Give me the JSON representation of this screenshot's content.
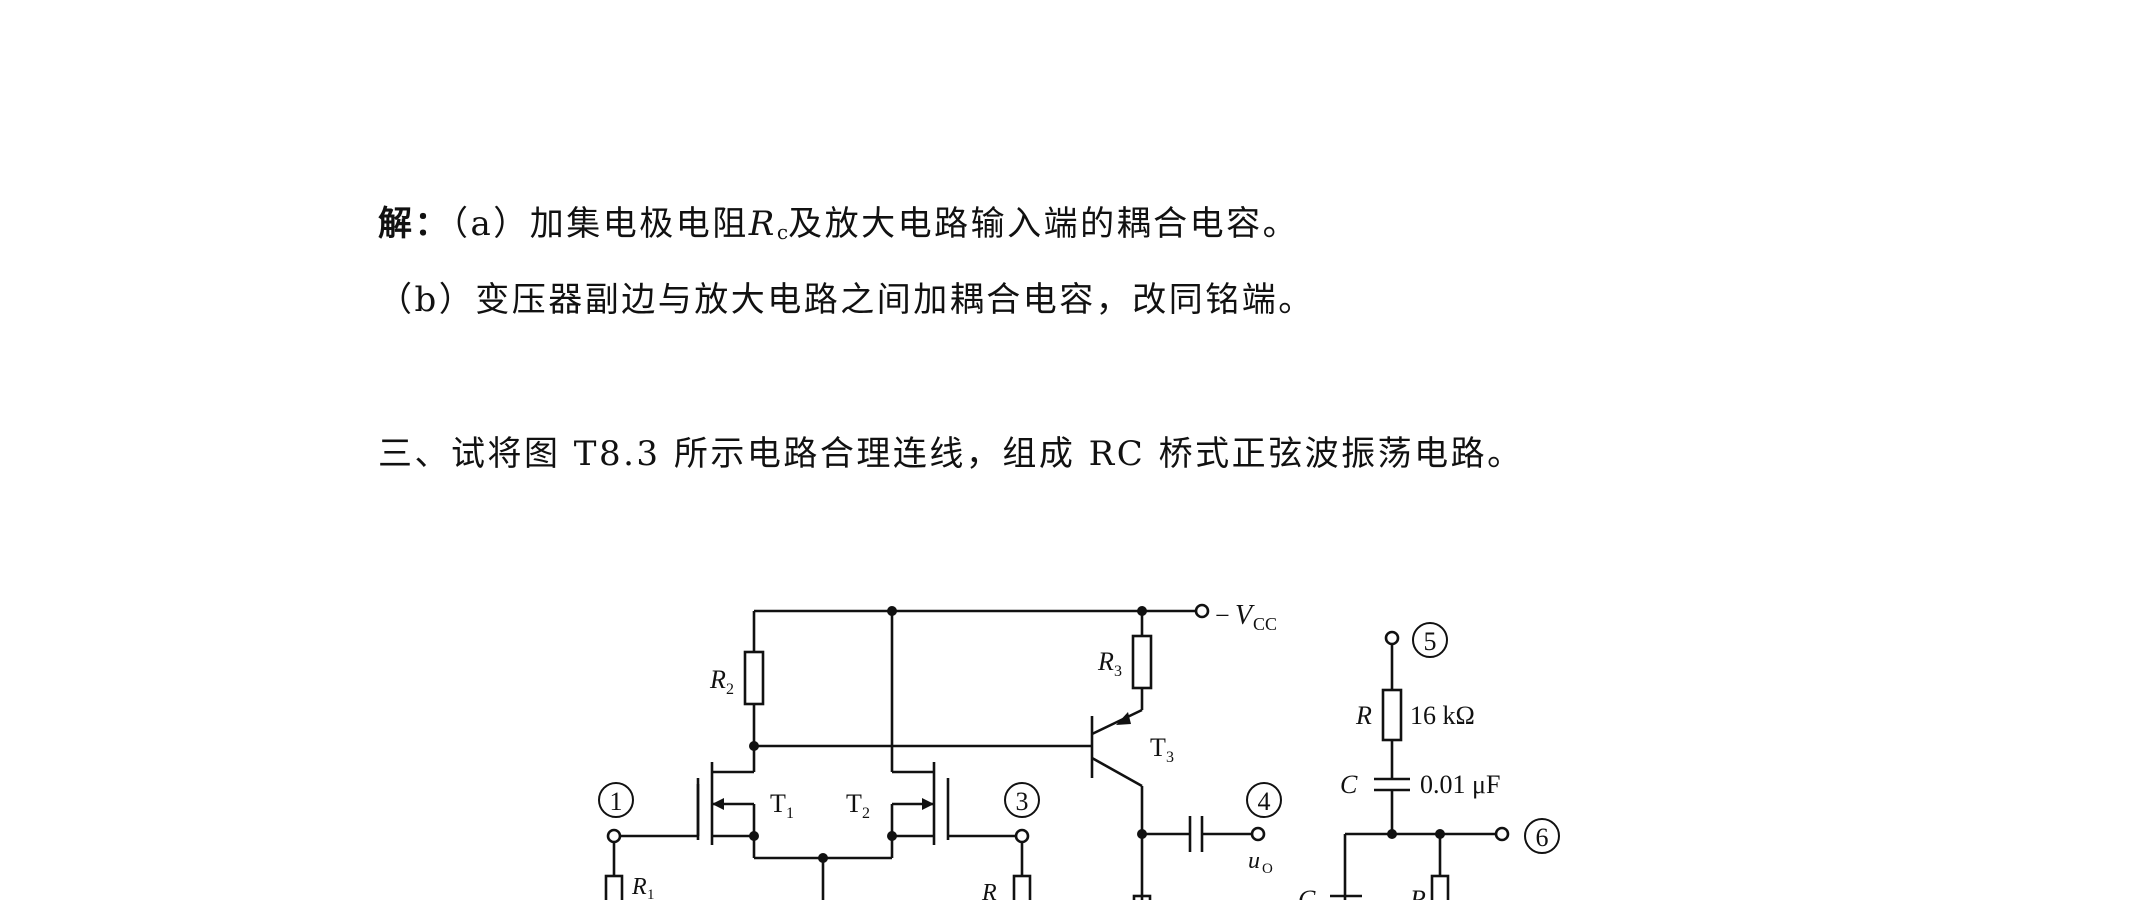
{
  "text": {
    "solution_label": "解：",
    "line1_prefix": "（a）加集电极电阻",
    "line1_var": "R",
    "line1_sub": "c",
    "line1_suffix": "及放大电路输入端的耦合电容。",
    "line2": "（b）变压器副边与放大电路之间加耦合电容，改同铭端。",
    "question3": "三、试将图 T8.3 所示电路合理连线，组成 RC 桥式正弦波振荡电路。"
  },
  "circuit": {
    "supply_var": "V",
    "supply_sub": "CC",
    "supply_sign": "−",
    "R2_var": "R",
    "R2_sub": "2",
    "R3_var": "R",
    "R3_sub": "3",
    "T1_name": "T",
    "T1_sub": "1",
    "T2_name": "T",
    "T2_sub": "2",
    "T3_name": "T",
    "T3_sub": "3",
    "R1_var": "R",
    "R1_sub": "1",
    "Rc_left_var": "R",
    "R_mid_var": "R",
    "R_net_var": "R",
    "R_net_value": "16 kΩ",
    "C_net_var": "C",
    "C_net_value": "0.01 μF",
    "C_bottom_var": "C",
    "output_var": "u",
    "output_sub": "O",
    "terminals": [
      "1",
      "3",
      "4",
      "5",
      "6"
    ]
  }
}
